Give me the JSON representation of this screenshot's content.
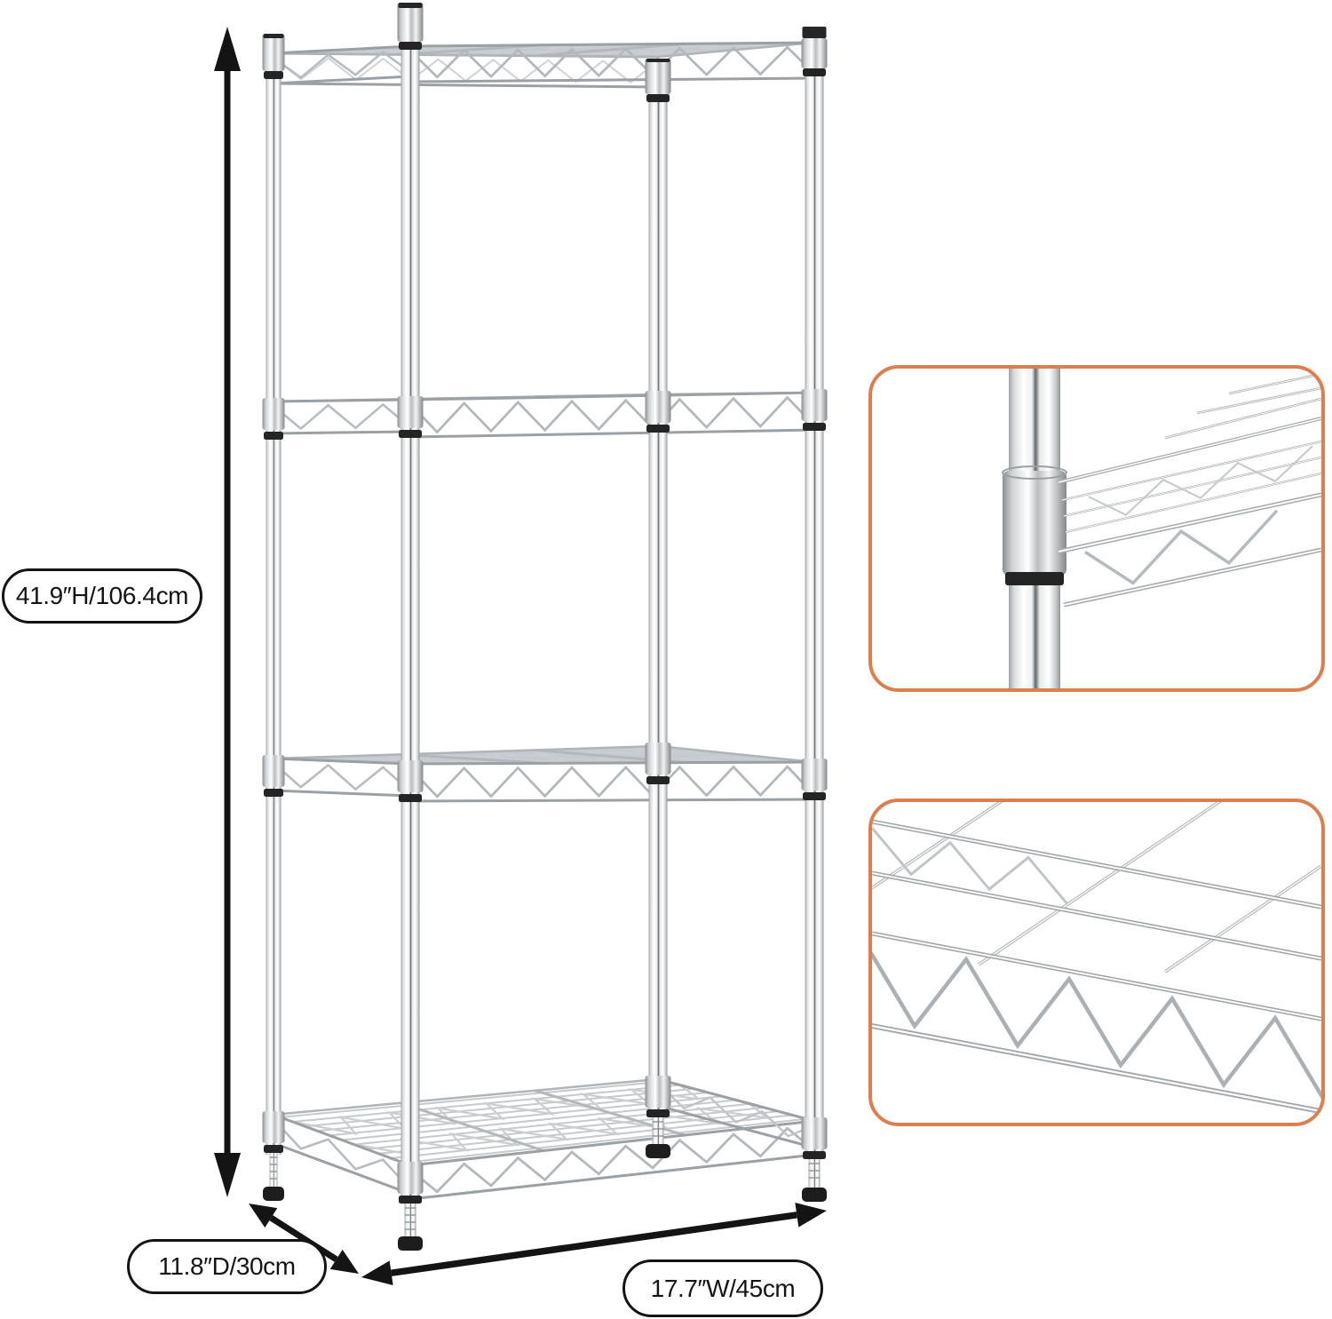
{
  "diagram": {
    "subject": "4-tier wire shelving unit dimension diagram",
    "tiers": 4,
    "dimensions": {
      "height": "41.9″H/106.4cm",
      "depth": "11.8″D/30cm",
      "width": "17.7″W/45cm"
    },
    "insets": [
      {
        "name": "pole-connector-detail"
      },
      {
        "name": "wire-shelf-mesh-detail"
      }
    ],
    "colors": {
      "inset_border": "#DC7E4D",
      "annotation": "#141414",
      "pill_background": "#ffffff",
      "background": "#ffffff",
      "wire": "#c5cacd",
      "wire_dark": "#9aa0a4",
      "zigzag": "#c9ced1",
      "connector_black": "#242424",
      "foot_black": "#1d1d1d"
    }
  }
}
